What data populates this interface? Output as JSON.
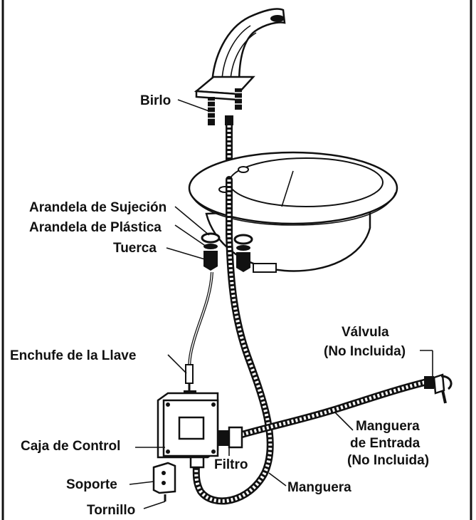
{
  "labels": {
    "birlo": "Birlo",
    "arandela_sujecion": "Arandela de Sujeción",
    "arandela_plastica": "Arandela de Plástica",
    "tuerca": "Tuerca",
    "enchufe": "Enchufe de la Llave",
    "caja_control": "Caja de Control",
    "soporte": "Soporte",
    "tornillo": "Tornillo",
    "filtro": "Filtro",
    "manguera": "Manguera",
    "valvula_line1": "Válvula",
    "valvula_line2": "(No Incluida)",
    "manguera_entrada_line1": "Manguera",
    "manguera_entrada_line2": "de Entrada",
    "manguera_entrada_line3": "(No Incluida)"
  },
  "colors": {
    "ink": "#111111",
    "background": "#ffffff"
  }
}
